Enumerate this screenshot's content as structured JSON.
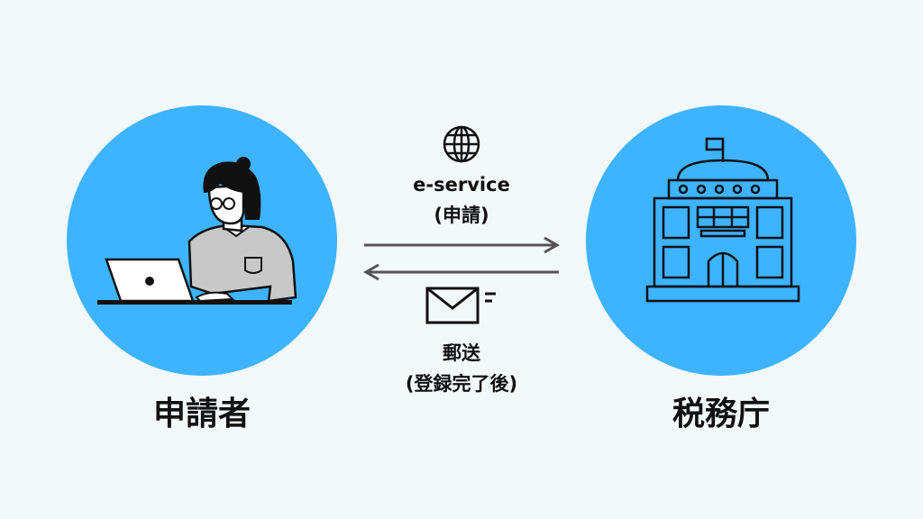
{
  "applicant": {
    "label": "申請者"
  },
  "agency": {
    "label": "税務庁"
  },
  "online": {
    "title": "e-service",
    "subtitle": "(申請)"
  },
  "mail": {
    "title": "郵送",
    "subtitle": "(登録完了後)"
  },
  "icons": {
    "online": "globe-icon",
    "mail": "envelope-icon",
    "applicant": "person-with-laptop",
    "agency": "government-building"
  },
  "colors": {
    "background": "#f3f8fb",
    "circle": "#3eb3ff",
    "arrow": "#555555",
    "ink": "#111111"
  }
}
